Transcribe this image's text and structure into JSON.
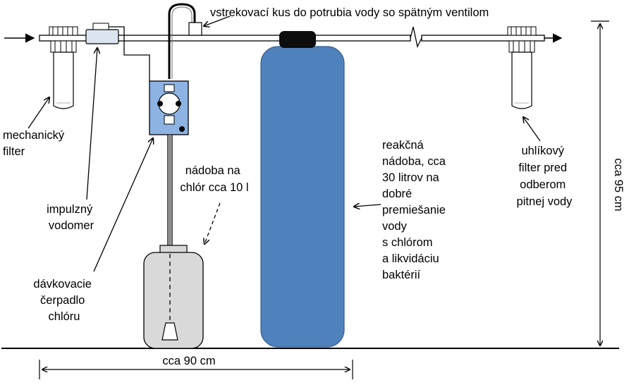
{
  "labels": {
    "injector": "vstrekovací kus do potrubia vody so spätným ventilom",
    "mech_filter": [
      "mechanický",
      "filter"
    ],
    "meter": [
      "impulzný",
      "vodomer"
    ],
    "pump": [
      "dávkovacie",
      "čerpadlo",
      "chlóru"
    ],
    "chlorine_tank": [
      "nádoba na",
      "chlór cca 10 l"
    ],
    "reaction_tank": [
      "reakčná",
      "nádoba, cca",
      "30 litrov na",
      "dobré",
      "premiešanie",
      "vody",
      "s chlórom",
      "a likvidáciu",
      "baktérií"
    ],
    "carbon_filter": [
      "uhlíkový",
      "filter pred",
      "odberom",
      "pitnej vody"
    ],
    "height_dim": "cca 95 cm",
    "width_dim": "cca 90 cm"
  },
  "colors": {
    "tank_fill": "#4f81bd",
    "pump_fill": "#8db3e2",
    "canister_fill": "#d9d9d9",
    "filter_housing": "#ffffff",
    "outline": "#000000"
  }
}
